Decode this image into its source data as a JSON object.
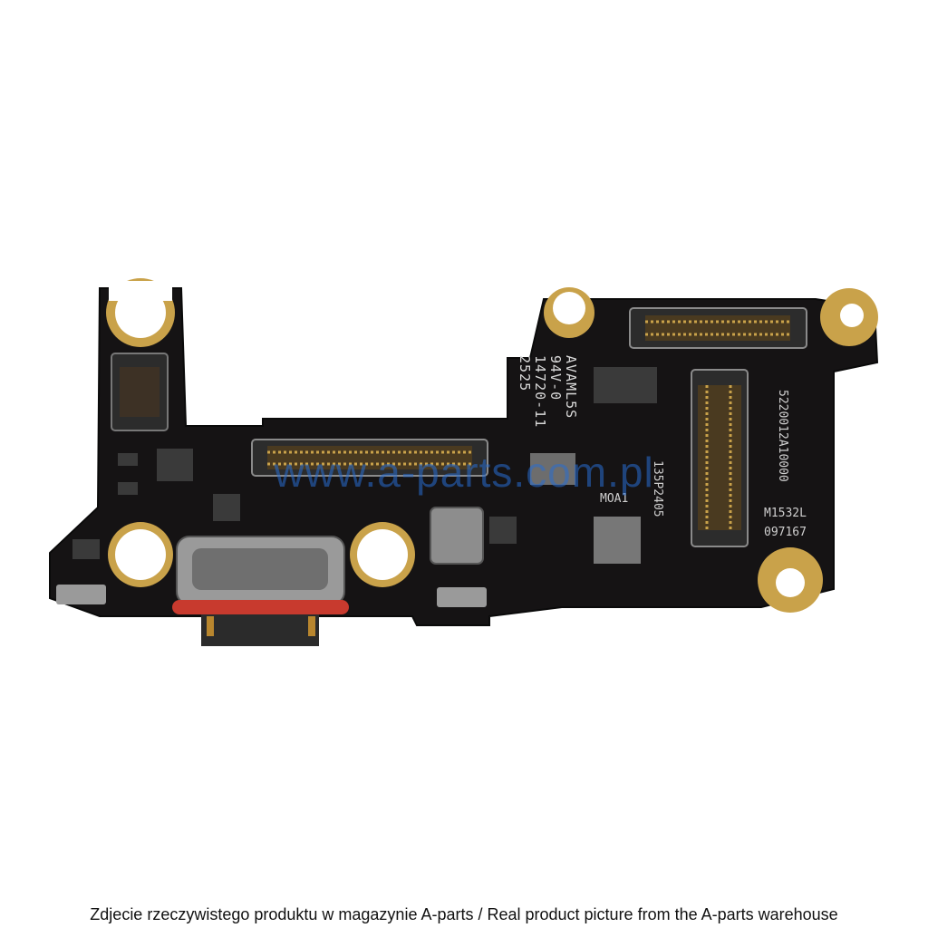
{
  "product": {
    "board_markings": {
      "line1": "AVAML5S",
      "line2": "94V-0",
      "line3": "14720-11",
      "line4": "2525",
      "chip_code": "MOA1",
      "vertical_code": "135P2405",
      "part_number": "5220012A10000",
      "model": "M1532L",
      "serial": "097167"
    },
    "colors": {
      "board": "#141214",
      "gold": "#c9a24a",
      "connector": "#3a3a3a",
      "usb_gasket": "#c83a2e"
    }
  },
  "watermark": {
    "text": "www.a-parts.com.pl"
  },
  "caption": {
    "text": "Zdjecie rzeczywistego produktu w magazynie A-parts / Real product picture from the A-parts warehouse"
  }
}
